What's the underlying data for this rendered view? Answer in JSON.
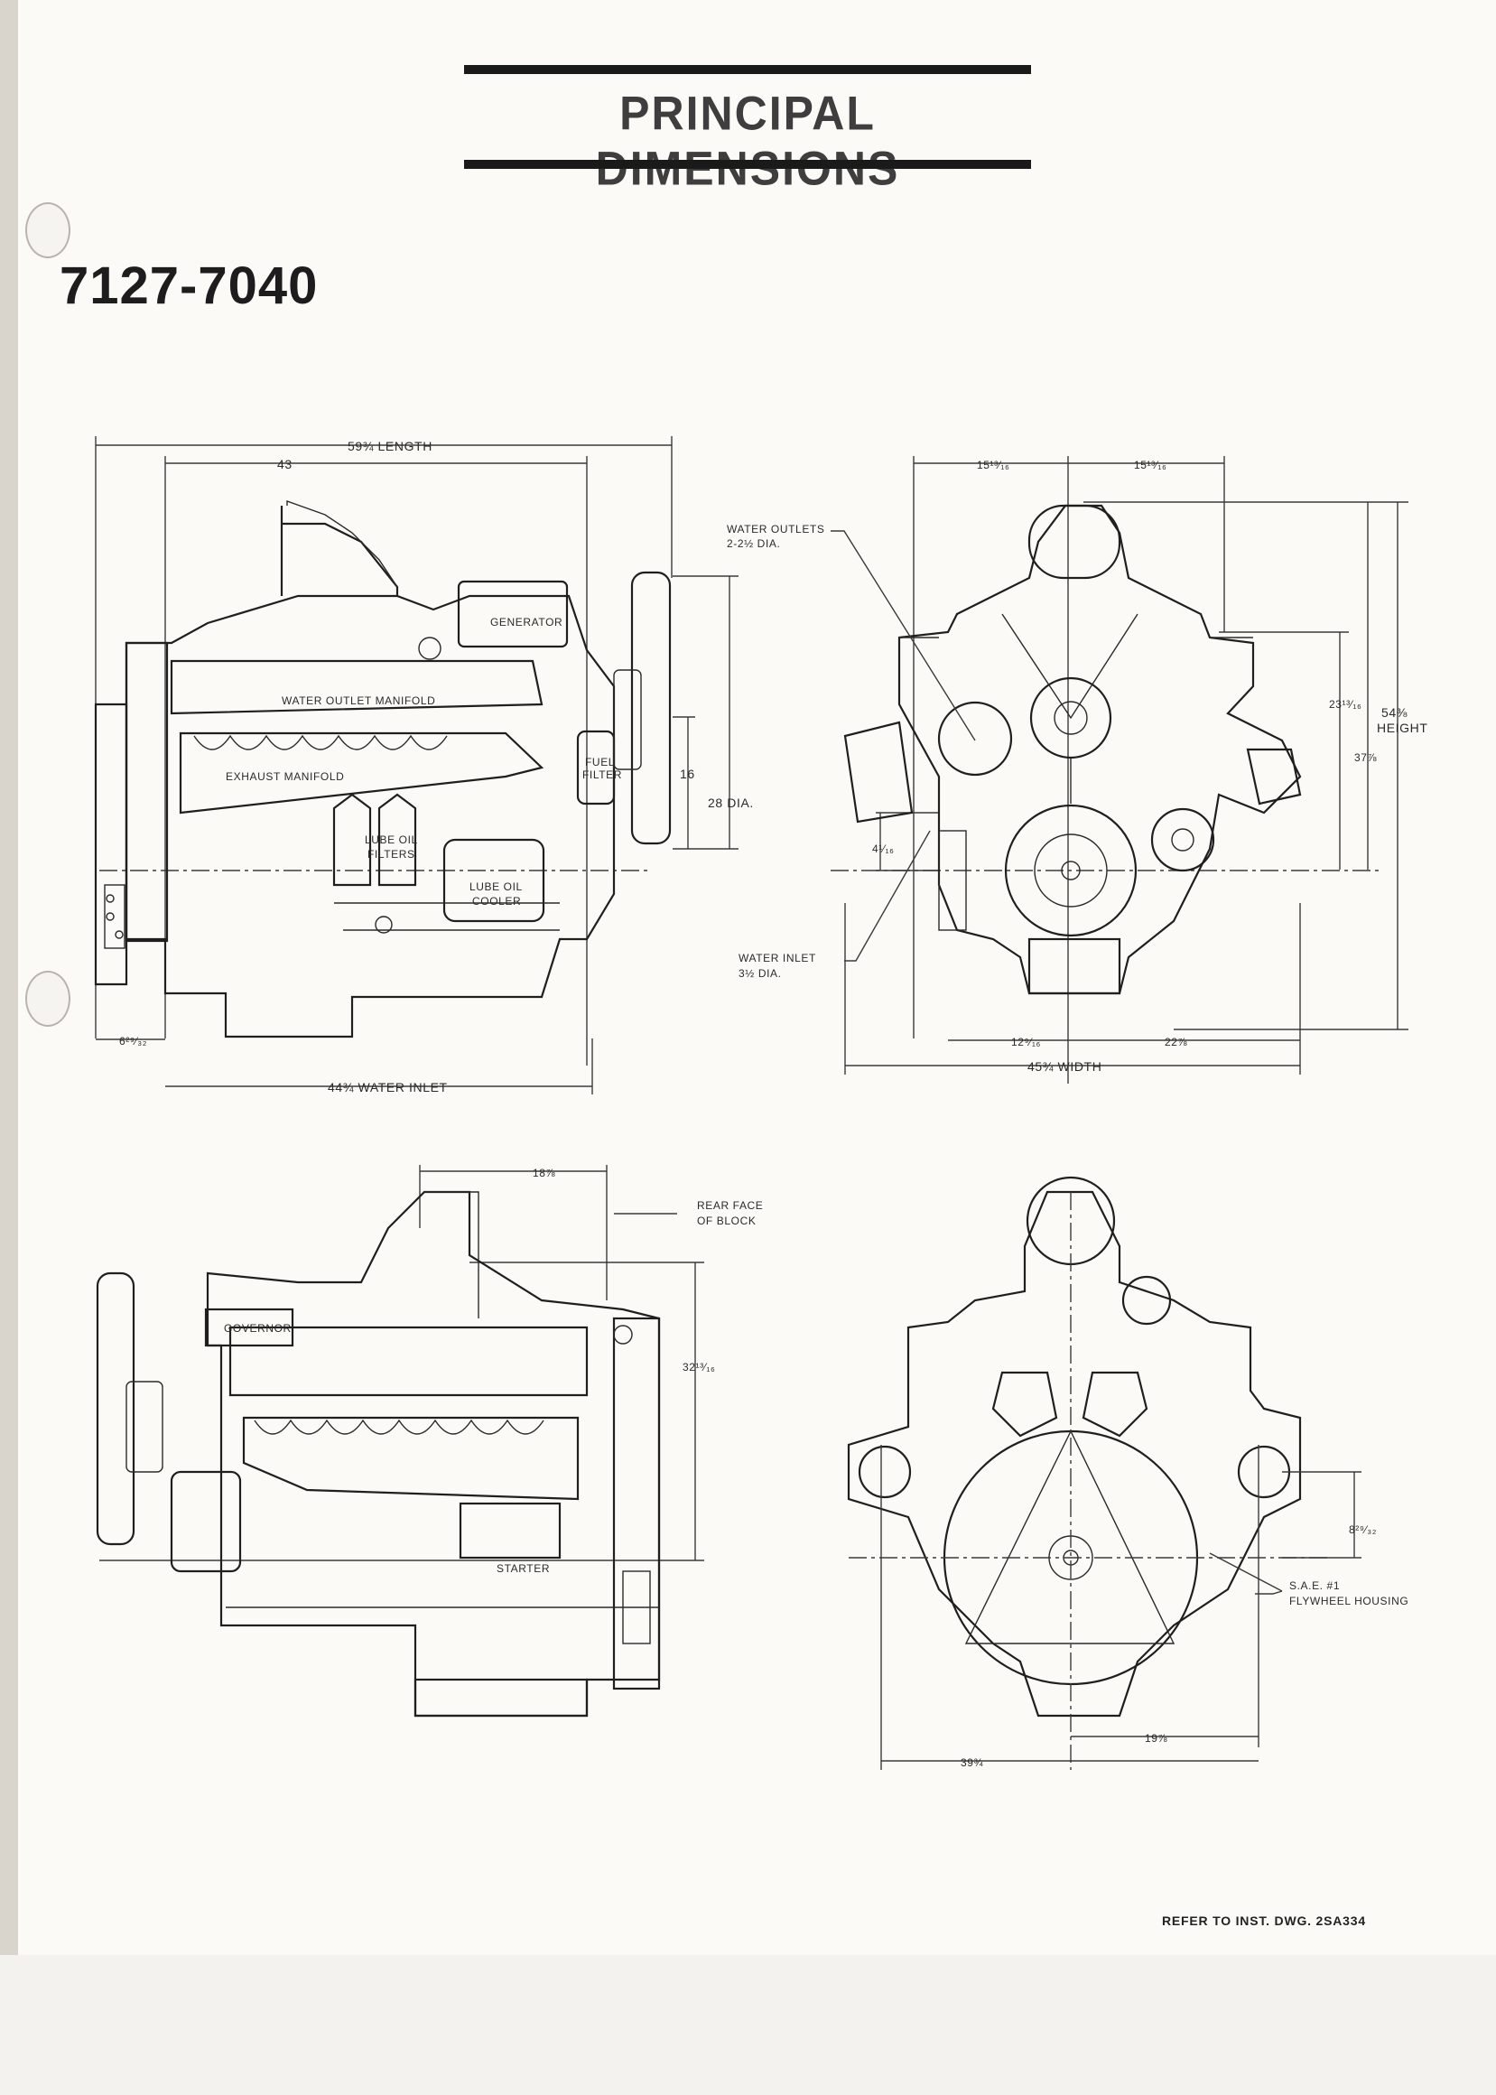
{
  "header": {
    "title": "PRINCIPAL DIMENSIONS"
  },
  "model_number": "7127-7040",
  "side_left_view": {
    "dimensions": {
      "length": "59¾ LENGTH",
      "front_to_rear_face": "43",
      "water_inlet": "44¾ WATER INLET",
      "front_offset": "6²⁹⁄₃₂",
      "height_28_dia": "28 DIA.",
      "height_16": "16"
    },
    "components": {
      "generator": "GENERATOR",
      "water_outlet_manifold": "WATER OUTLET MANIFOLD",
      "exhaust_manifold": "EXHAUST MANIFOLD",
      "fuel_filter": "FUEL FILTER",
      "lube_oil_filters": "LUBE OIL FILTERS",
      "lube_oil_cooler": "LUBE OIL COOLER"
    }
  },
  "front_view": {
    "dimensions": {
      "left_half": "15¹³⁄₁₆",
      "right_half": "15¹³⁄₁₆",
      "height": "54⅜ HEIGHT",
      "height_23": "23¹³⁄₁₆",
      "height_37": "37⅞",
      "offset_4": "4¹⁄₁₆",
      "width_left": "12⁹⁄₁₆",
      "width_right": "22⅞",
      "width": "45¾ WIDTH"
    },
    "callouts": {
      "water_outlets": "WATER OUTLETS",
      "water_outlets_dia": "2-2½ DIA.",
      "water_inlet": "WATER INLET",
      "water_inlet_dia": "3½ DIA."
    }
  },
  "side_right_view": {
    "dimensions": {
      "rear_length": "18⅞",
      "height_32": "32¹³⁄₁₆"
    },
    "callouts": {
      "rear_face_1": "REAR FACE",
      "rear_face_2": "OF BLOCK",
      "governor": "GOVERNOR",
      "starter": "STARTER"
    }
  },
  "rear_view": {
    "dimensions": {
      "offset_8": "8²⁹⁄₃₂",
      "half_right": "19⅞",
      "width": "39¾"
    },
    "callouts": {
      "sae_1": "S.A.E. #1",
      "sae_2": "FLYWHEEL HOUSING"
    }
  },
  "footer": {
    "reference": "REFER TO INST. DWG. 2SA334"
  }
}
